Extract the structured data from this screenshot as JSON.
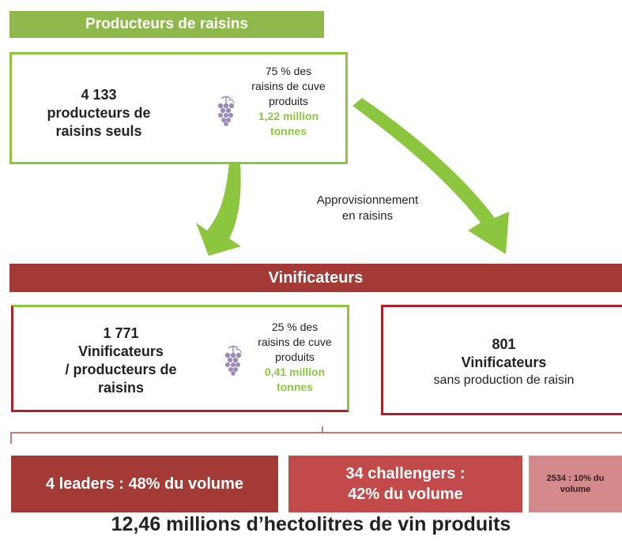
{
  "producers_header": "Producteurs de raisins",
  "producers_box": {
    "count": "4 133",
    "label_line1": "producteurs de",
    "label_line2": "raisins seuls",
    "share_line1": "75 % des",
    "share_line2": "raisins de cuve",
    "share_line3": "produits",
    "volume_line1": "1,22 million",
    "volume_line2": "tonnes"
  },
  "supply_label_line1": "Approvisionnement",
  "supply_label_line2": "en raisins",
  "winemakers_header": "Vinificateurs",
  "winemaker_producers_box": {
    "count": "1 771",
    "label_line1": "Vinificateurs",
    "label_line2": "/ producteurs de",
    "label_line3": "raisins",
    "share_line1": "25 % des",
    "share_line2": "raisins de cuve",
    "share_line3": "produits",
    "volume_line1": "0,41 million",
    "volume_line2": "tonnes"
  },
  "winemakers_only_box": {
    "count": "801",
    "label": "Vinificateurs",
    "sublabel": "sans production de raisin"
  },
  "segments": {
    "leaders": "4 leaders  : 48% du volume",
    "challengers_line1": "34 challengers :",
    "challengers_line2": "42% du volume",
    "others_line1": "2534 : 10% du",
    "others_line2": "volume"
  },
  "footer": "12,46 millions d’hectolitres de vin produits",
  "colors": {
    "green": "#8cc63f",
    "header_green": "#8fb84a",
    "dark_red": "#a33a35",
    "mid_red": "#c24a4a",
    "light_red": "#d48a8a",
    "grape": "#9b8ab8"
  },
  "icons": [
    "grape-icon",
    "grape-icon"
  ]
}
